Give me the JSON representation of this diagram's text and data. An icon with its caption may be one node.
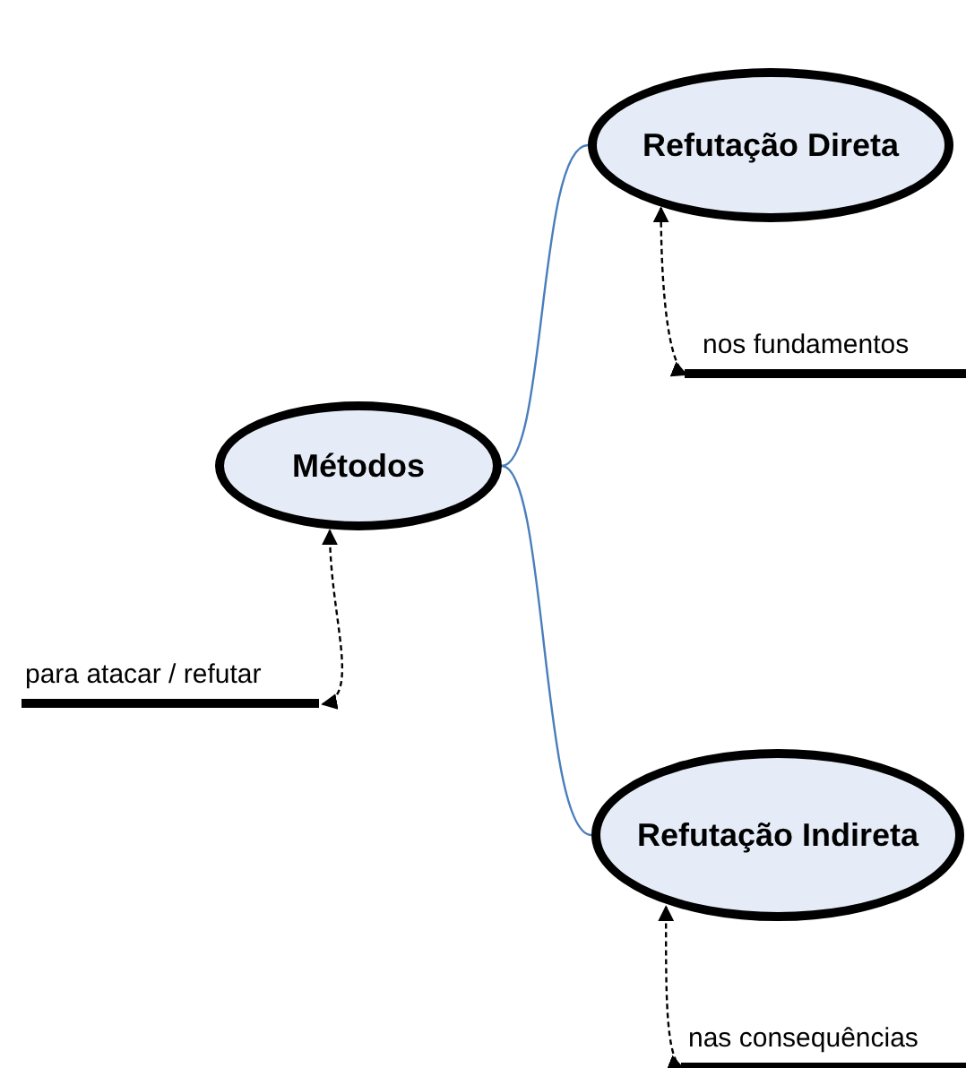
{
  "diagram": {
    "nodes": [
      {
        "text": [
          "Métodos"
        ]
      },
      {
        "text": [
          "Refutação Direta"
        ]
      },
      {
        "text": [
          "Refutação Indireta"
        ]
      },
      {
        "text": [
          "para atacar / refutar"
        ]
      },
      {
        "text": [
          "nos fundamentos"
        ]
      },
      {
        "text": [
          "nas consequências"
        ]
      }
    ],
    "edges": [
      {
        "from": 0,
        "to": 1,
        "arrow": "none",
        "color": "#4a7ebb"
      },
      {
        "from": 0,
        "to": 2,
        "arrow": "none",
        "color": "#4a7ebb"
      },
      {
        "from": 3,
        "to": 0,
        "arrow": "both",
        "style": "dashed"
      },
      {
        "from": 4,
        "to": 1,
        "arrow": "both",
        "style": "dashed"
      },
      {
        "from": 5,
        "to": 2,
        "arrow": "both",
        "style": "dashed"
      }
    ]
  }
}
